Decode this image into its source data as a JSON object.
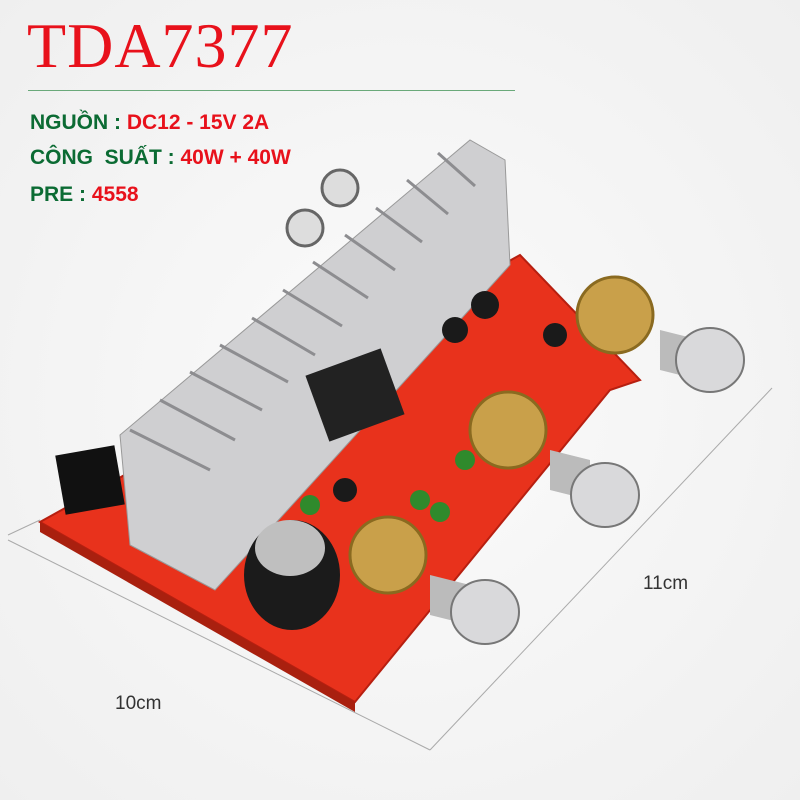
{
  "product": {
    "title": "TDA7377",
    "specs": [
      {
        "label": "NGUỒN : ",
        "value": "DC12 - 15V 2A"
      },
      {
        "label": "CÔNG  SUẤT : ",
        "value": "40W + 40W"
      },
      {
        "label": "PRE : ",
        "value": "4558"
      }
    ],
    "dimensions": {
      "width": "11cm",
      "length": "10cm"
    }
  },
  "colors": {
    "title": "#e8111b",
    "label": "#0b6b33",
    "board": "#e8321c",
    "heatsink": "#c9c9cb"
  }
}
